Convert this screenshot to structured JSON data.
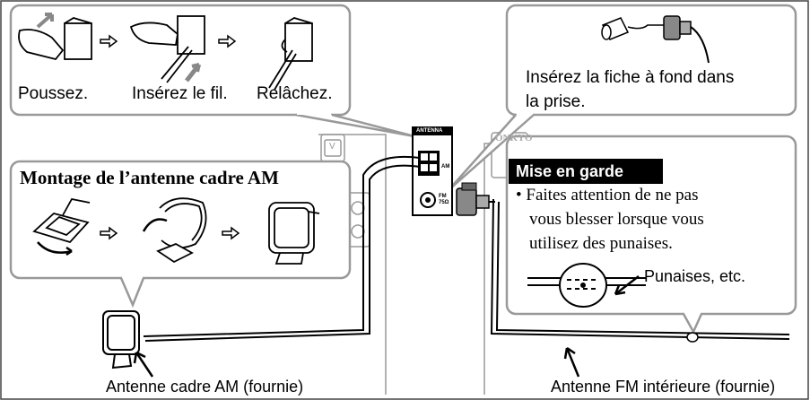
{
  "steps": {
    "push": "Poussez.",
    "insert": "Insérez le fil.",
    "release": "Relâchez."
  },
  "plug_note": {
    "line1": "Insérez la fiche à fond dans",
    "line2": "la prise."
  },
  "am_assembly": {
    "title": "Montage de l’antenne cadre AM"
  },
  "panel": {
    "antenna": "ANTENNA",
    "am": "AM",
    "fm": "FM",
    "ohm": "75Ω",
    "brand": "ONKYO",
    "v": "V"
  },
  "caution": {
    "title": "Mise en garde",
    "line1": "• Faites attention de ne pas",
    "line2": "vous blesser lorsque vous",
    "line3": "utilisez des punaises.",
    "pins": "Punaises, etc."
  },
  "captions": {
    "am_antenna": "Antenne cadre AM (fournie)",
    "fm_antenna": "Antenne FM intérieure (fournie)"
  }
}
